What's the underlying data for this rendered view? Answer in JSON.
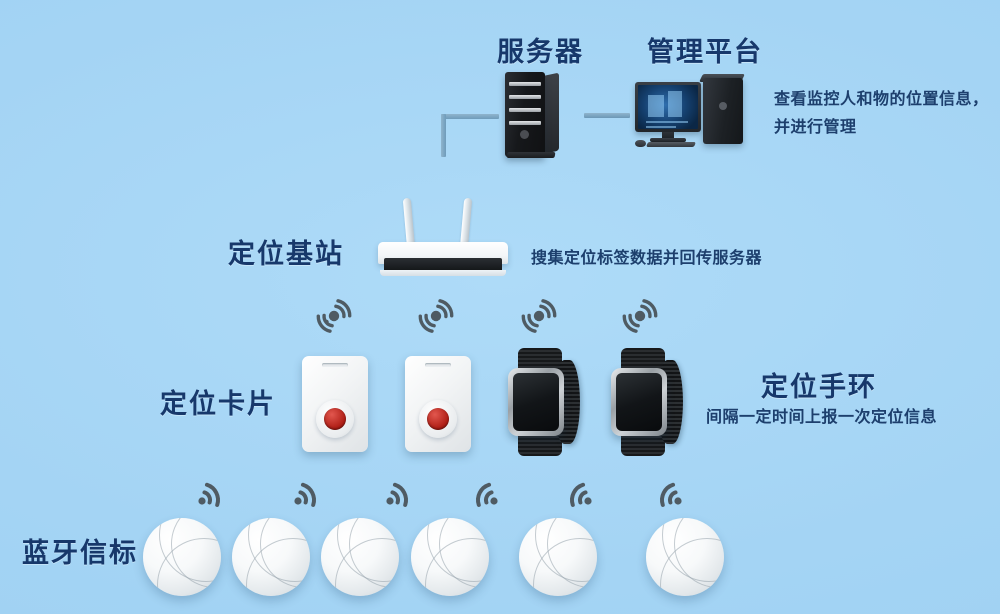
{
  "theme": {
    "background_color": "#a3d4f5",
    "heading_color": "#17386b",
    "note_color": "#1d3f6d",
    "connector_color": "#7fa7c4",
    "signal_icon_color": "#4f5b63",
    "card_button_color": "#b01f17"
  },
  "labels": {
    "server": "服务器",
    "platform": "管理平台",
    "base_station": "定位基站",
    "card": "定位卡片",
    "wristband": "定位手环",
    "beacon": "蓝牙信标"
  },
  "notes": {
    "platform": "查看监控人和物的位置信息，并进行管理",
    "base_station": "搜集定位标签数据并回传服务器",
    "wristband": "间隔一定时间上报一次定位信息"
  },
  "icons": {
    "server": "server-tower-icon",
    "platform": "desktop-computer-icon",
    "base_station": "wifi-router-icon",
    "card": "id-card-tag-icon",
    "wristband": "smart-watch-icon",
    "beacon": "bluetooth-beacon-icon",
    "signal_uplink": "bidirectional-signal-icon",
    "signal_broadcast": "wifi-signal-icon"
  },
  "counts": {
    "cards": 2,
    "wristbands": 2,
    "beacons": 6,
    "uplink_signals": 4,
    "broadcast_signals": 6
  }
}
